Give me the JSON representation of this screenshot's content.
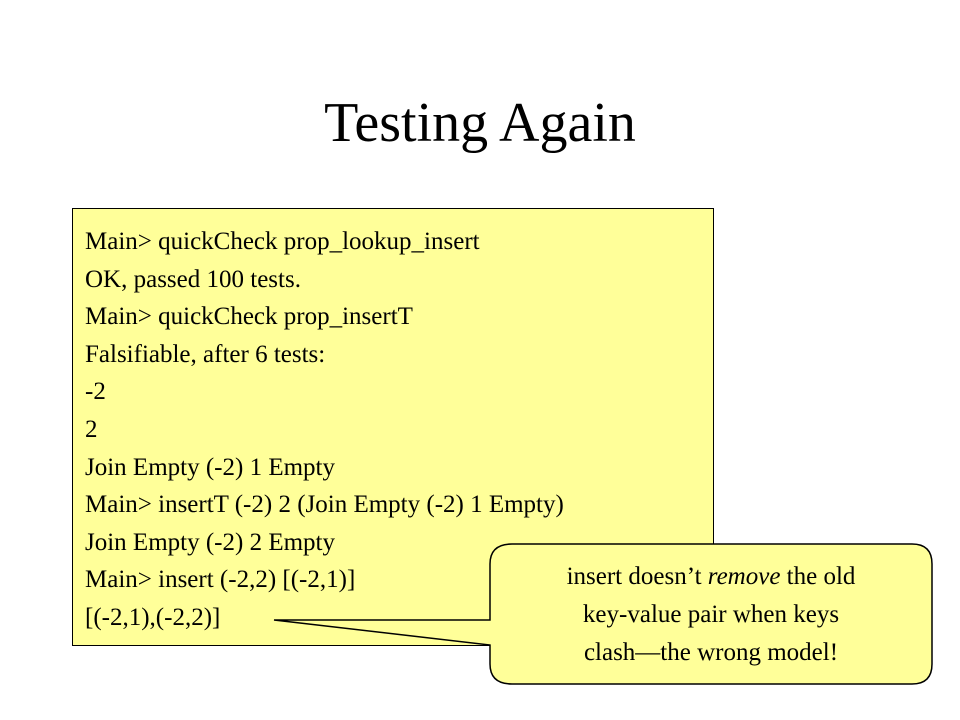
{
  "slide": {
    "title": "Testing Again"
  },
  "terminal": {
    "lines": [
      "Main> quickCheck prop_lookup_insert",
      "OK, passed 100 tests.",
      "Main> quickCheck prop_insertT",
      "Falsifiable, after 6 tests:",
      "-2",
      "2",
      "Join Empty (-2) 1 Empty",
      "Main> insertT (-2) 2 (Join Empty (-2) 1 Empty)",
      "Join Empty (-2) 2 Empty",
      "Main> insert (-2,2) [(-2,1)]",
      "[(-2,1),(-2,2)]"
    ]
  },
  "callout": {
    "line1_before": "insert doesn’t ",
    "line1_emphasis": "remove",
    "line1_after": " the old",
    "line2": "key-value pair when keys",
    "line3": "clash—the wrong model!"
  },
  "colors": {
    "terminal_background": "#ffff99",
    "callout_background": "#ffff99",
    "border": "#000000"
  }
}
